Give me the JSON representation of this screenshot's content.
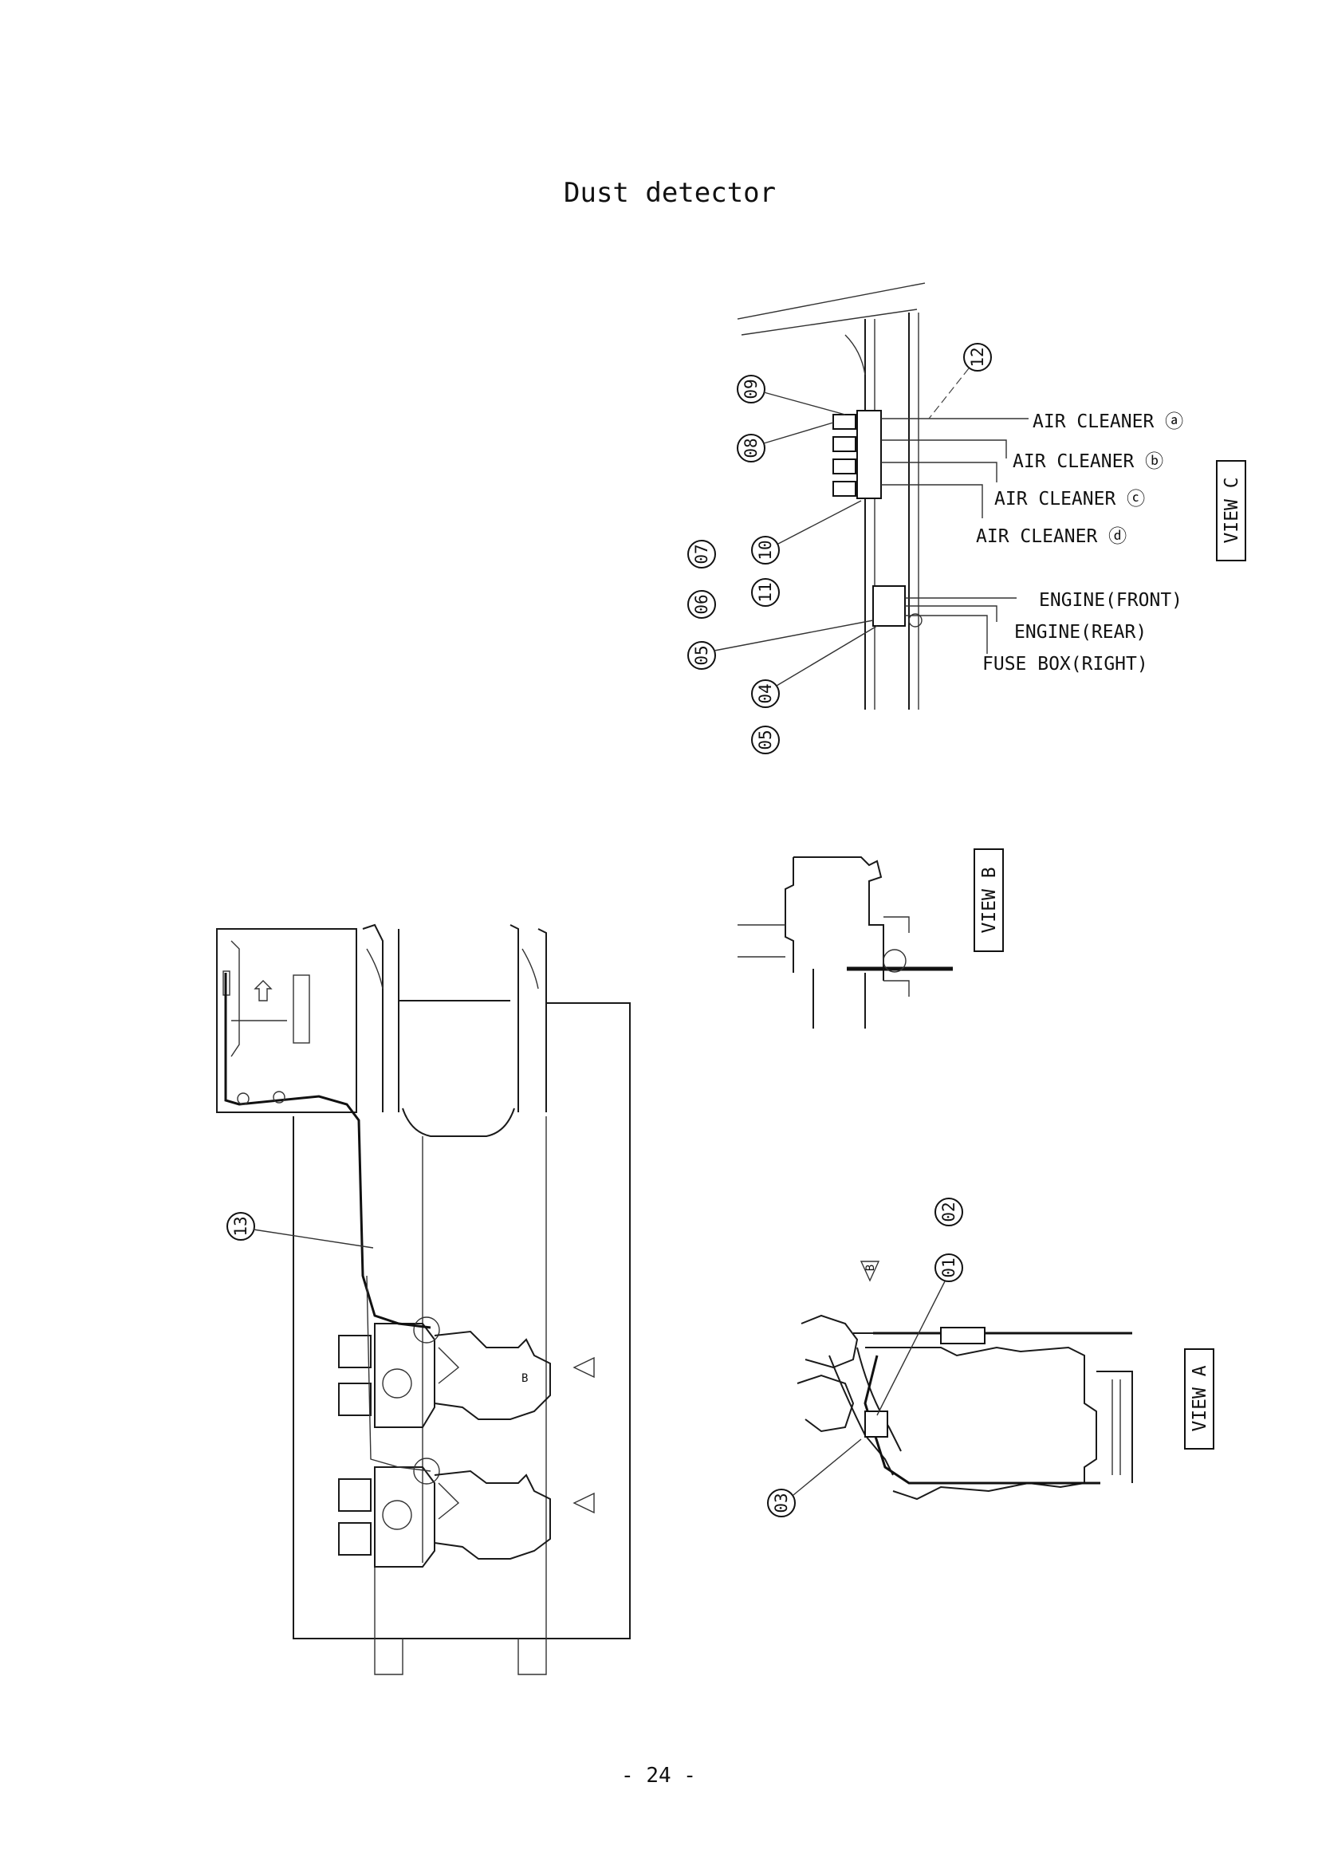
{
  "title": "Dust detector",
  "page_number": "- 24 -",
  "view_c": {
    "view_label": "VIEW C",
    "labels": {
      "air_cleaner_a": "AIR CLEANER ⓐ",
      "air_cleaner_b": "AIR CLEANER ⓑ",
      "air_cleaner_c": "AIR CLEANER ⓒ",
      "air_cleaner_d": "AIR CLEANER ⓓ",
      "engine_front": "ENGINE(FRONT)",
      "engine_rear": "ENGINE(REAR)",
      "fuse_box_right": "FUSE BOX(RIGHT)"
    },
    "callouts": {
      "c09": "09",
      "c08": "08",
      "c12": "12",
      "c10": "10",
      "c07": "07",
      "c11": "11",
      "c06": "06",
      "c05a": "05",
      "c04": "04",
      "c05b": "05"
    }
  },
  "view_b": {
    "view_label": "VIEW B"
  },
  "view_a": {
    "view_label": "VIEW A",
    "marker": "B",
    "callouts": {
      "c02": "02",
      "c01": "01",
      "c03": "03"
    }
  },
  "main_view": {
    "callouts": {
      "c13": "13"
    },
    "marker": "B"
  }
}
